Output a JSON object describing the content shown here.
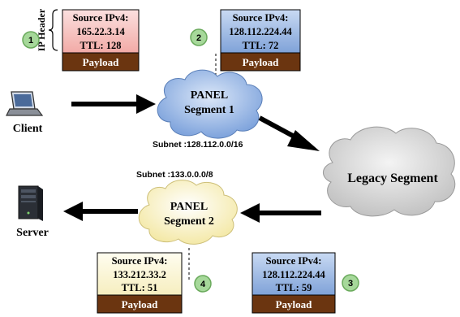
{
  "packets": [
    {
      "step": "1",
      "line1": "Source IPv4:",
      "line2": "165.22.3.14",
      "line3": "TTL: 128",
      "payload": "Payload",
      "header_fill": "#f7c9c7"
    },
    {
      "step": "2",
      "line1": "Source IPv4:",
      "line2": "128.112.224.44",
      "line3": "TTL: 72",
      "payload": "Payload",
      "header_fill": "#9db9e6"
    },
    {
      "step": "3",
      "line1": "Source IPv4:",
      "line2": "128.112.224.44",
      "line3": "TTL: 59",
      "payload": "Payload",
      "header_fill": "#9db9e6"
    },
    {
      "step": "4",
      "line1": "Source IPv4:",
      "line2": "133.212.33.2",
      "line3": "TTL: 51",
      "payload": "Payload",
      "header_fill": "#fbf6d5"
    }
  ],
  "ip_header_label": "IP Header",
  "nodes": {
    "client": "Client",
    "server": "Server",
    "panel1_line1": "PANEL",
    "panel1_line2": "Segment 1",
    "legacy": "Legacy Segment",
    "panel2_line1": "PANEL",
    "panel2_line2": "Segment 2"
  },
  "subnets": {
    "segment1": "Subnet :128.112.0.0/16",
    "segment2": "Subnet :133.0.0.0/8"
  },
  "colors": {
    "payload_fill": "#6b3510",
    "step_circle_fill": "#a6d89a",
    "step_circle_stroke": "#6aaa5c",
    "panel1_cloud": "#8fb3e6",
    "panel2_cloud": "#fff8cf",
    "legacy_cloud": "#d9d9d9"
  },
  "icons": {
    "client": "laptop-icon",
    "server": "server-tower-icon"
  }
}
